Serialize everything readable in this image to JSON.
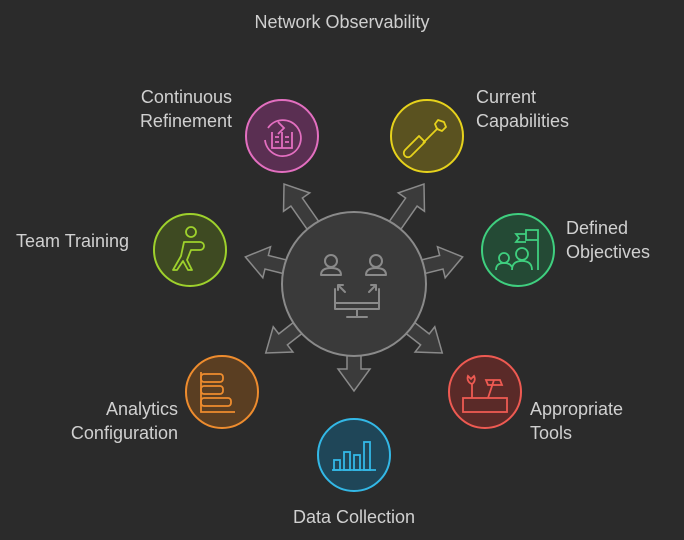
{
  "title": "Network Observability",
  "center": {
    "icon": "team-monitor-icon"
  },
  "nodes": [
    {
      "id": "continuous-refinement",
      "line1": "Continuous",
      "line2": "Refinement",
      "icon": "refresh-book-icon",
      "color": "#e36fc0"
    },
    {
      "id": "current-capabilities",
      "line1": "Current",
      "line2": "Capabilities",
      "icon": "screwdriver-icon",
      "color": "#e6d21c"
    },
    {
      "id": "defined-objectives",
      "line1": "Defined",
      "line2": "Objectives",
      "icon": "team-flag-icon",
      "color": "#3fcf7f"
    },
    {
      "id": "appropriate-tools",
      "line1": "Appropriate",
      "line2": "Tools",
      "icon": "toolbox-icon",
      "color": "#ee5a52"
    },
    {
      "id": "data-collection",
      "line1": "Data Collection",
      "line2": "",
      "icon": "bar-chart-icon",
      "color": "#33b8e6"
    },
    {
      "id": "analytics-configuration",
      "line1": "Analytics",
      "line2": "Configuration",
      "icon": "horizontal-bars-icon",
      "color": "#ee8c2e"
    },
    {
      "id": "team-training",
      "line1": "Team Training",
      "line2": "",
      "icon": "boxing-person-icon",
      "color": "#9ed12c"
    }
  ]
}
